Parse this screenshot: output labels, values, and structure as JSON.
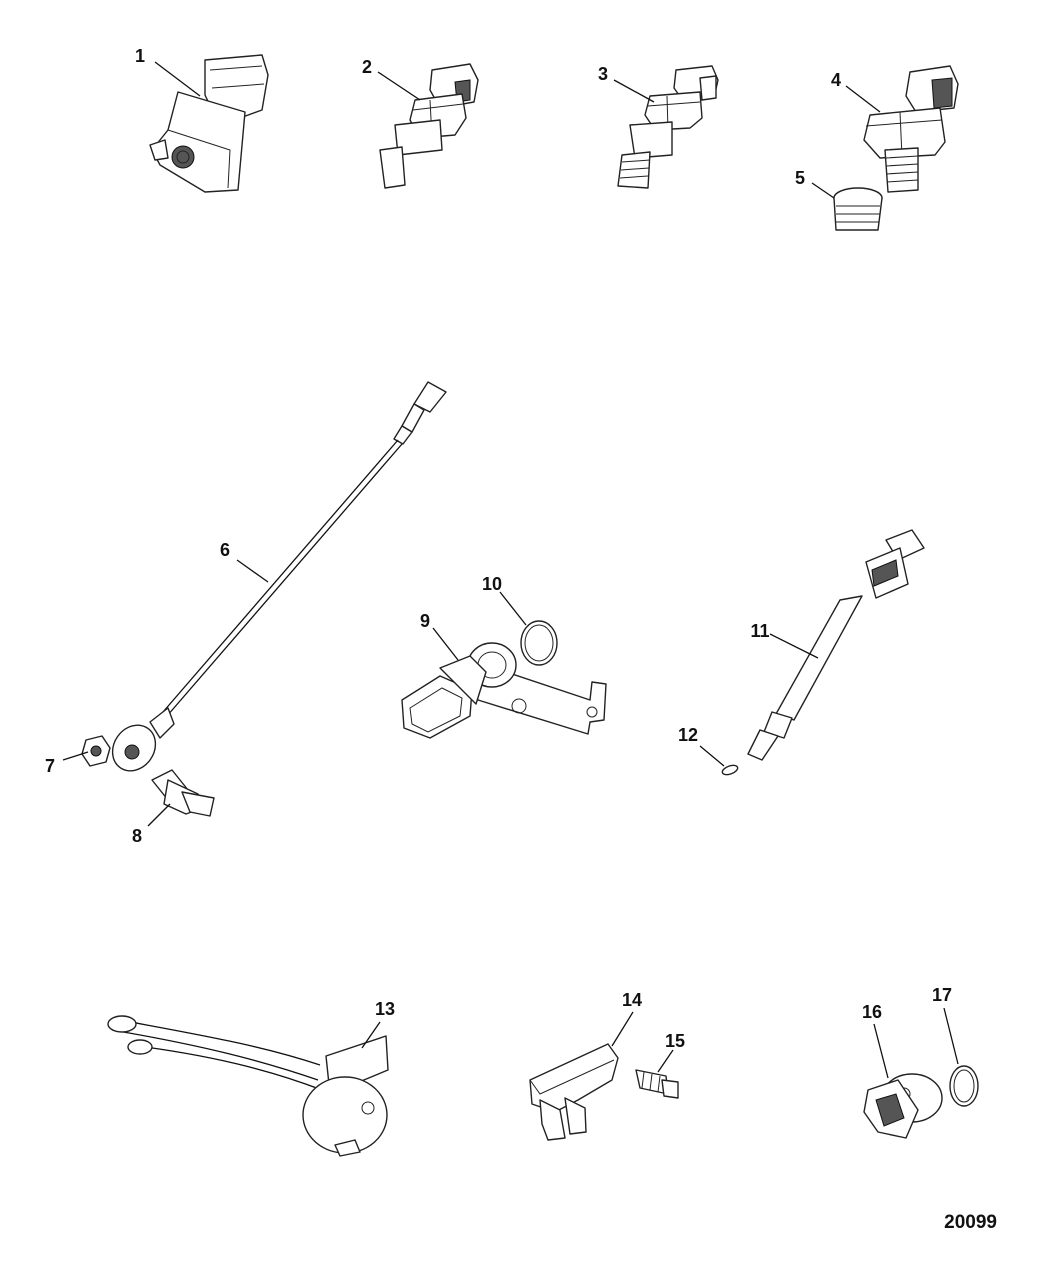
{
  "callouts": [
    "1",
    "2",
    "3",
    "4",
    "5",
    "6",
    "7",
    "8",
    "9",
    "10",
    "11",
    "12",
    "13",
    "14",
    "15",
    "16",
    "17"
  ],
  "figure_number": "20099"
}
